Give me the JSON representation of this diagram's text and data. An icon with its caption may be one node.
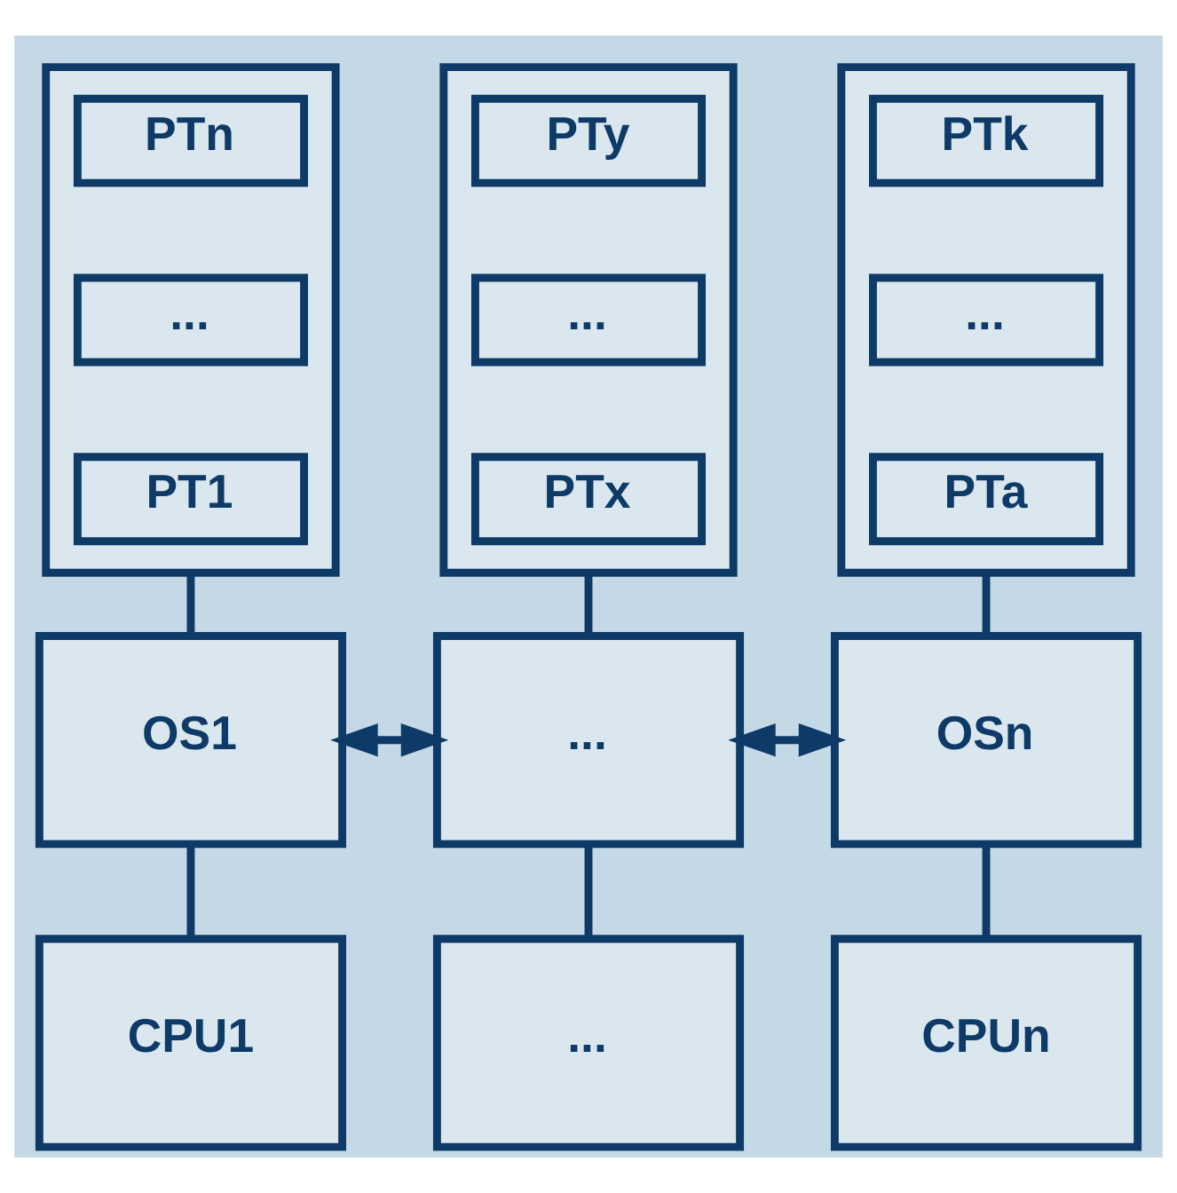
{
  "diagram": {
    "nodes": [
      {
        "text": [],
        "shape": "box"
      },
      {
        "text": [
          "PTn"
        ],
        "in": 0
      },
      {
        "text": [
          "..."
        ],
        "in": 0
      },
      {
        "text": [
          "PT1"
        ],
        "in": 0
      },
      {
        "text": [],
        "shape": "box"
      },
      {
        "text": [
          "PTy"
        ],
        "in": 4
      },
      {
        "text": [
          "..."
        ],
        "in": 4
      },
      {
        "text": [
          "PTx"
        ],
        "in": 4
      },
      {
        "text": [],
        "shape": "box"
      },
      {
        "text": [
          "PTk"
        ],
        "in": 8
      },
      {
        "text": [
          "..."
        ],
        "in": 8
      },
      {
        "text": [
          "PTa"
        ],
        "in": 8
      },
      {
        "text": [
          "OS1"
        ]
      },
      {
        "text": [
          "..."
        ]
      },
      {
        "text": [
          "OSn"
        ]
      },
      {
        "text": [
          "CPU1"
        ]
      },
      {
        "text": [
          "..."
        ]
      },
      {
        "text": [
          "CPUn"
        ]
      }
    ],
    "edges": [
      {
        "from": 0,
        "to": 12,
        "arrow": "none"
      },
      {
        "from": 4,
        "to": 13,
        "arrow": "none"
      },
      {
        "from": 8,
        "to": 14,
        "arrow": "none"
      },
      {
        "from": 12,
        "to": 13,
        "arrow": "both"
      },
      {
        "from": 13,
        "to": 14,
        "arrow": "both"
      },
      {
        "from": 12,
        "to": 15,
        "arrow": "none"
      },
      {
        "from": 13,
        "to": 16,
        "arrow": "none"
      },
      {
        "from": 14,
        "to": 17,
        "arrow": "none"
      }
    ]
  }
}
